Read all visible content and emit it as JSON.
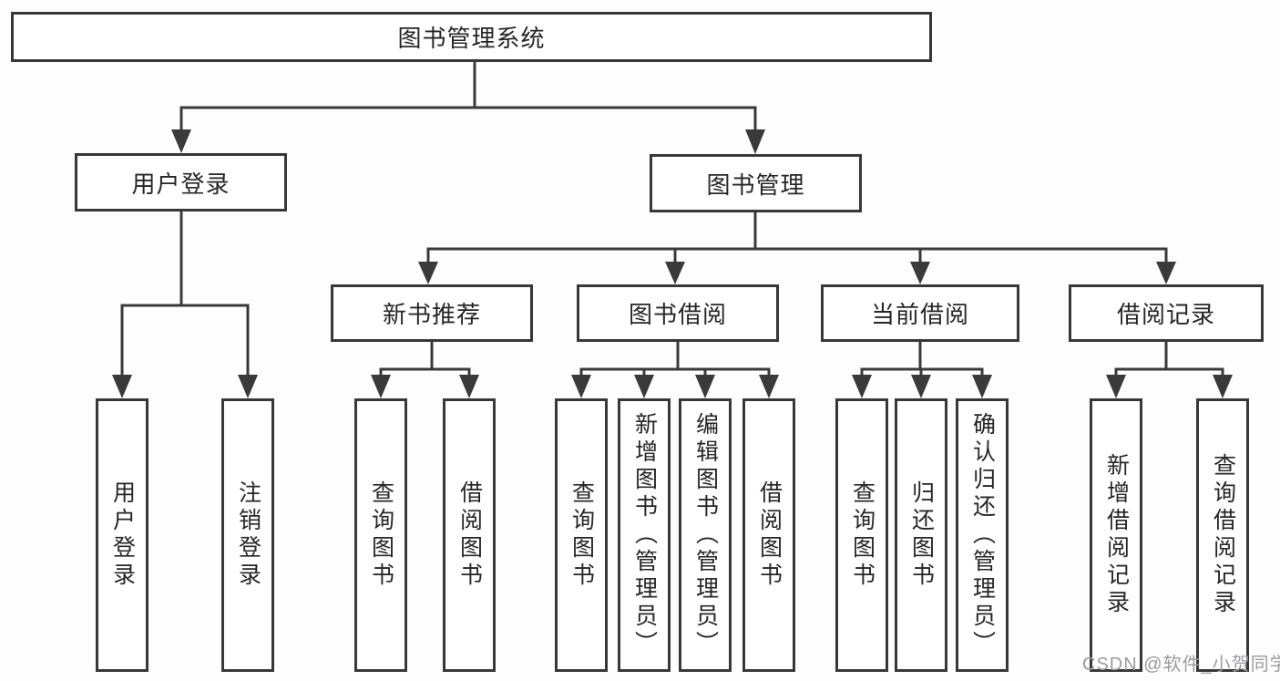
{
  "diagram": {
    "root": {
      "label": "图书管理系统"
    },
    "branches": [
      {
        "label": "用户登录",
        "leaves": [
          "用户登录",
          "注销登录"
        ]
      },
      {
        "label": "图书管理",
        "children": [
          {
            "label": "新书推荐",
            "leaves": [
              "查询图书",
              "借阅图书"
            ]
          },
          {
            "label": "图书借阅",
            "leaves": [
              "查询图书",
              "新增图书（管理员）",
              "编辑图书（管理员）",
              "借阅图书"
            ]
          },
          {
            "label": "当前借阅",
            "leaves": [
              "查询图书",
              "归还图书",
              "确认归还（管理员）"
            ]
          },
          {
            "label": "借阅记录",
            "leaves": [
              "新增借阅记录",
              "查询借阅记录"
            ]
          }
        ]
      }
    ]
  },
  "watermark": {
    "text": "CSDN @软件_小贺同学"
  },
  "colors": {
    "line": "#3a3a3a",
    "box_border": "#383838",
    "box_fill": "#ffffff",
    "text": "#262626",
    "watermark": "#9c9ca0",
    "background": "#fdfdfd"
  }
}
